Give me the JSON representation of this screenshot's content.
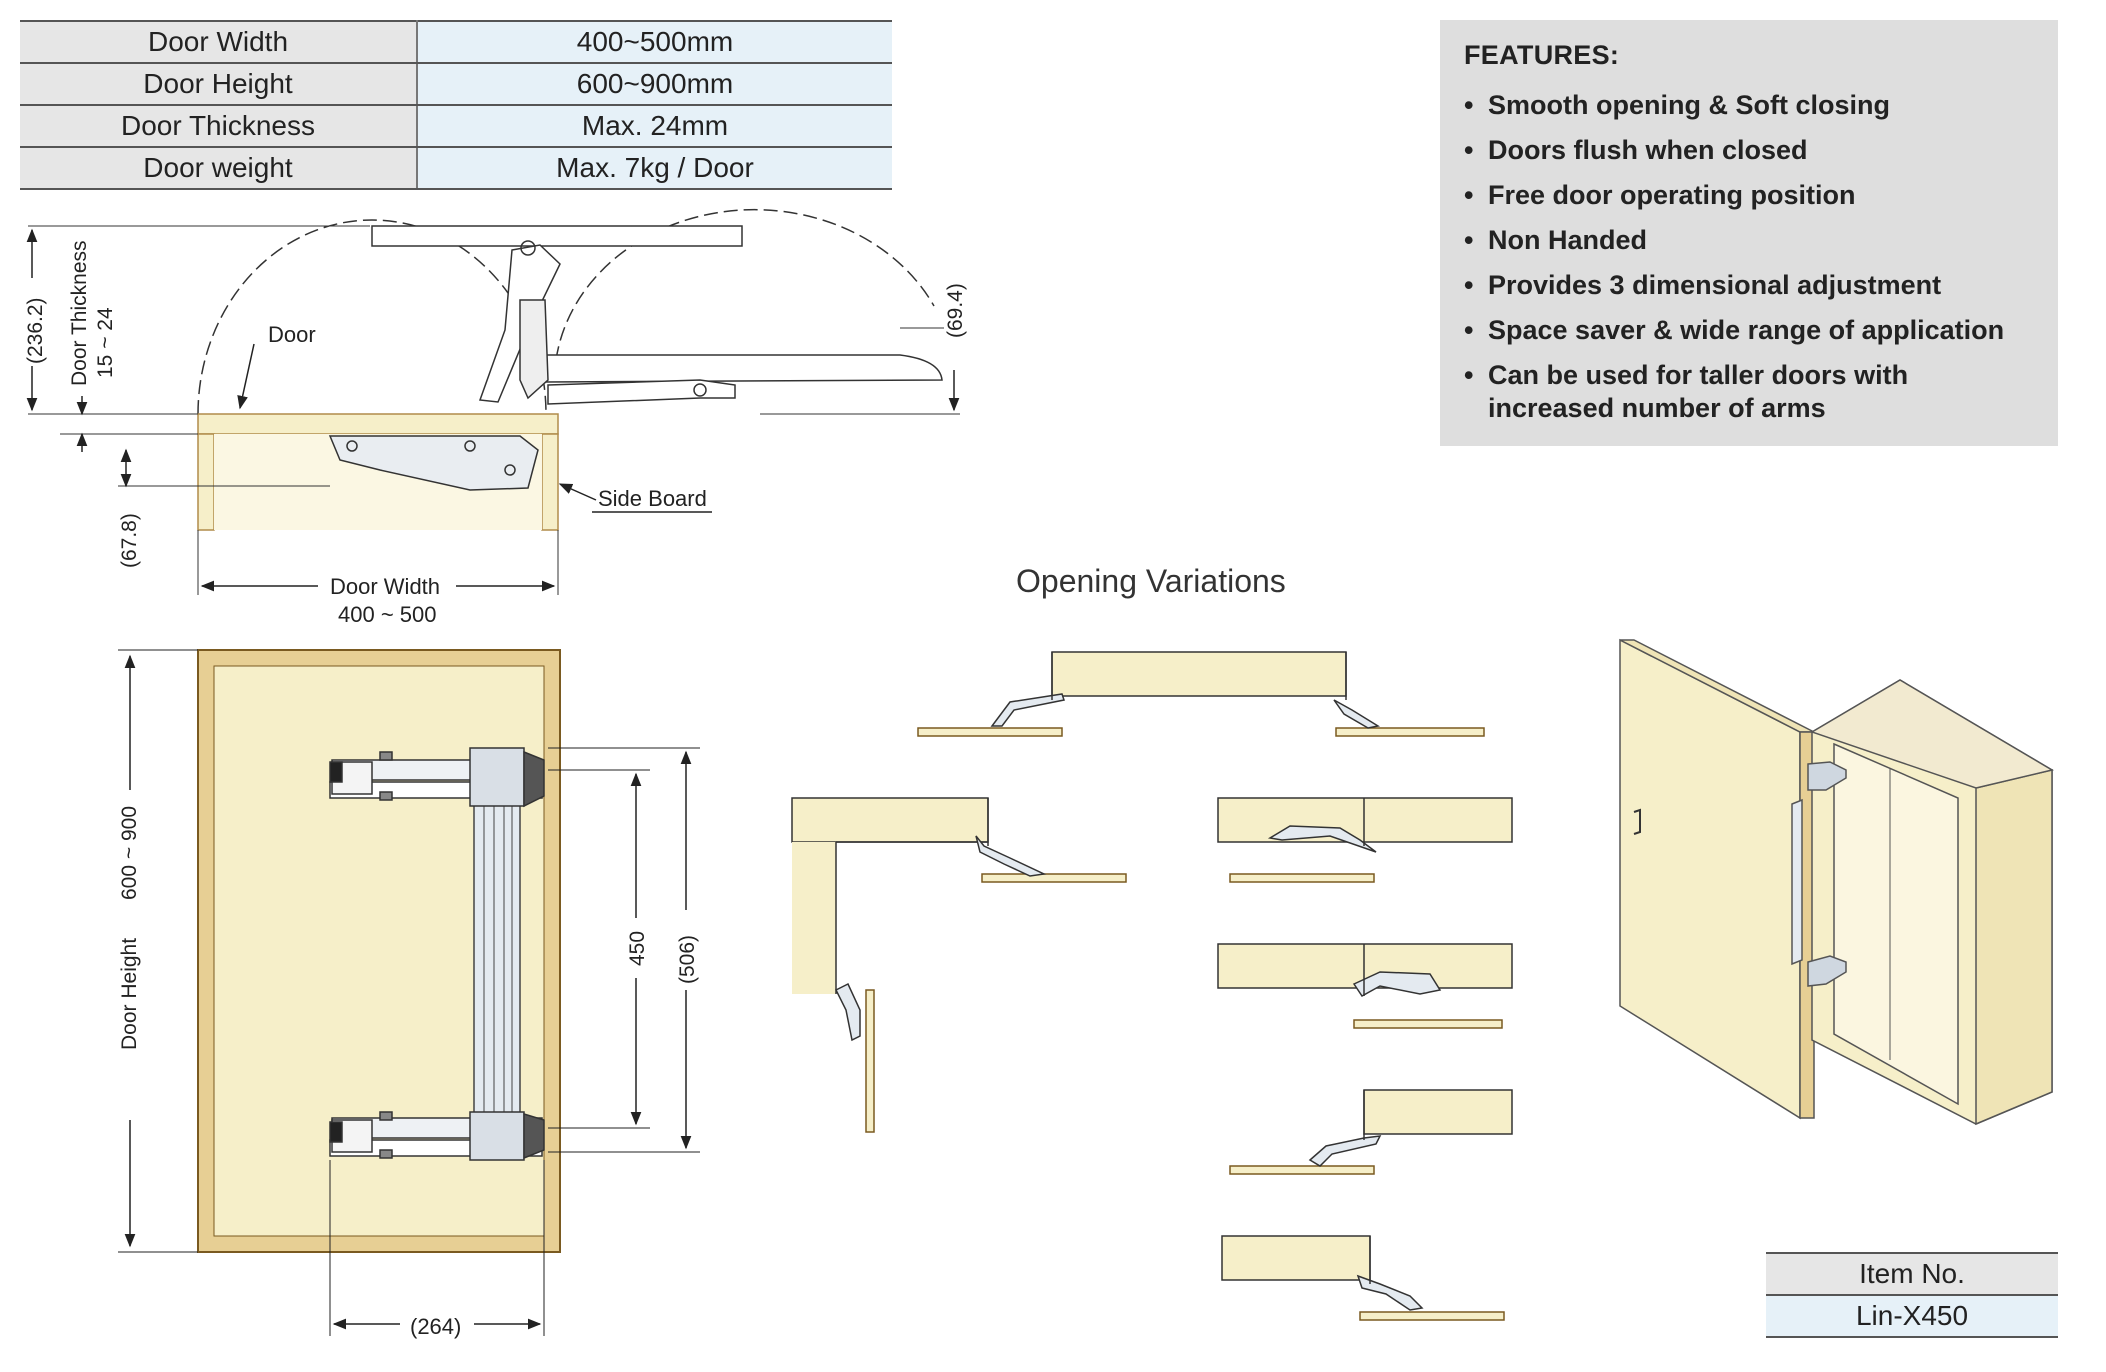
{
  "specs": [
    {
      "label": "Door Width",
      "value": "400~500mm"
    },
    {
      "label": "Door Height",
      "value": "600~900mm"
    },
    {
      "label": "Door Thickness",
      "value": "Max. 24mm"
    },
    {
      "label": "Door weight",
      "value": "Max. 7kg / Door"
    }
  ],
  "features": {
    "title": "FEATURES:",
    "bullet": "•",
    "items": [
      "Smooth opening & Soft closing",
      "Doors flush when closed",
      "Free door operating position",
      "Non Handed",
      "Provides 3 dimensional adjustment",
      "Space saver & wide range of application",
      "Can be used for taller doors with increased number of arms"
    ]
  },
  "top_view": {
    "dim_236": "(236.2)",
    "door_thickness_title": "Door Thickness",
    "door_thickness_range": "15 ~ 24",
    "door_label": "Door",
    "dim_69": "(69.4)",
    "side_board_label": "Side Board",
    "dim_67": "(67.8)",
    "door_width_title": "Door Width",
    "door_width_range": "400 ~ 500"
  },
  "front_view": {
    "door_height_title": "Door Height",
    "door_height_range": "600 ~ 900",
    "dim_450": "450",
    "dim_506": "(506)",
    "dim_264": "(264)"
  },
  "opening_variations_title": "Opening Variations",
  "item": {
    "label": "Item No.",
    "value": "Lin-X450"
  },
  "colors": {
    "wood": "#f6efc9",
    "wood_edge": "#e7cf94",
    "spec_label_bg": "#e6e6e6",
    "spec_value_bg": "#e6f1f8",
    "features_bg": "#dedede"
  }
}
